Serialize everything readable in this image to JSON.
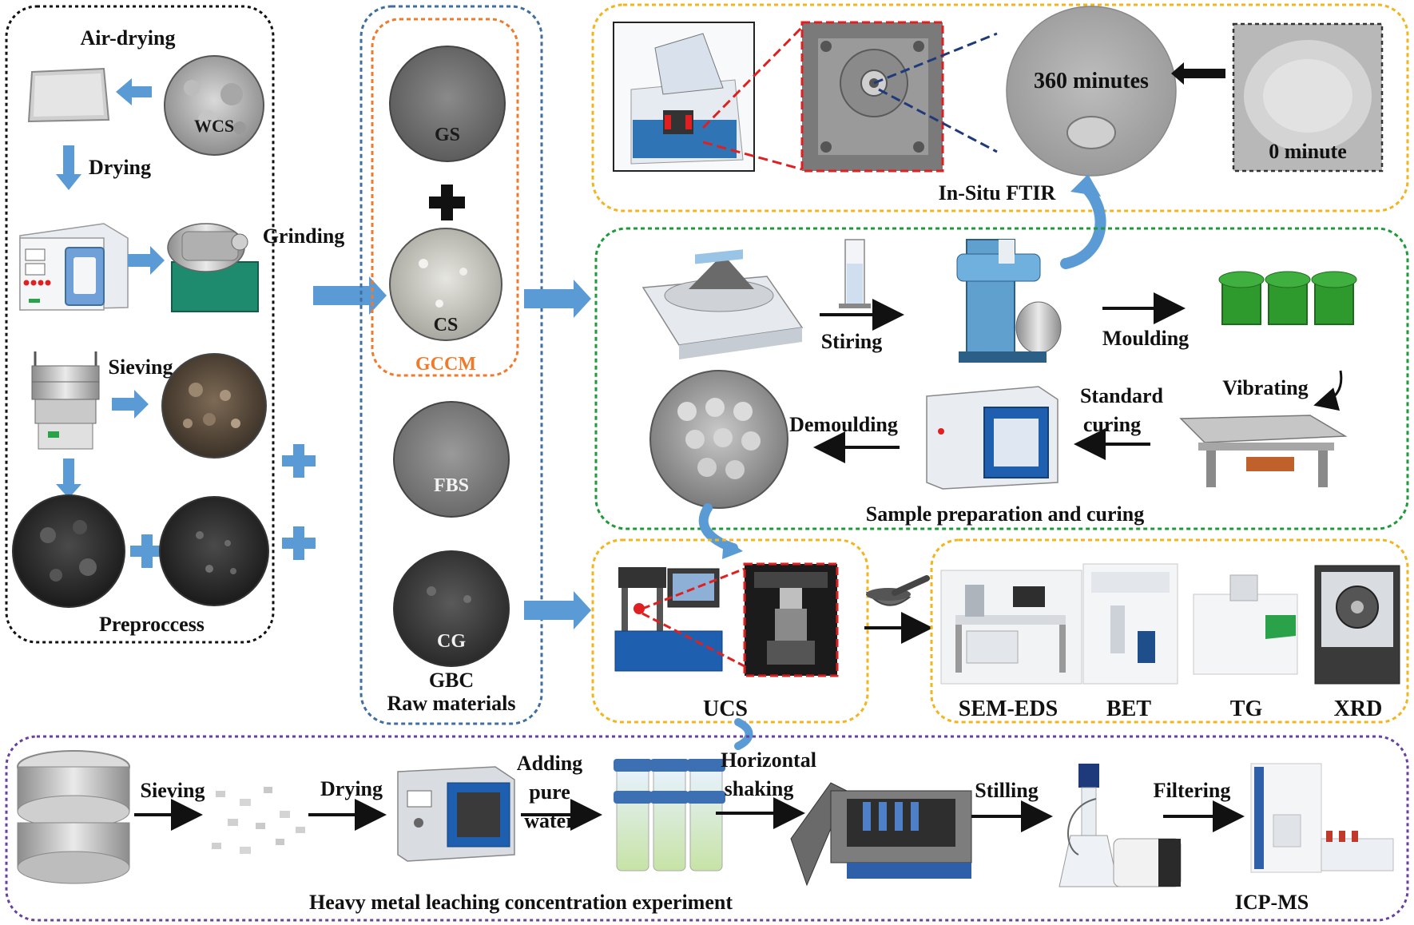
{
  "preprocess": {
    "title": "Preproccess",
    "air_drying": "Air-drying",
    "drying": "Drying",
    "sieving": "Sieving",
    "wcs": "WCS"
  },
  "raw": {
    "grinding": "Grinding",
    "gs": "GS",
    "cs": "CS",
    "gccm": "GCCM",
    "fbs": "FBS",
    "cg": "CG",
    "gbc": "GBC",
    "title": "Raw materials"
  },
  "ftir": {
    "title": "In-Situ FTIR",
    "t360": "360 minutes",
    "t0": "0 minute"
  },
  "prep": {
    "title": "Sample preparation and curing",
    "stiring": "Stiring",
    "moulding": "Moulding",
    "vibrating": "Vibrating",
    "standard": "Standard",
    "curing": "curing",
    "demoulding": "Demoulding"
  },
  "tests": {
    "ucs": "UCS",
    "sem": "SEM-EDS",
    "bet": "BET",
    "tg": "TG",
    "xrd": "XRD"
  },
  "leach": {
    "title": "Heavy metal leaching concentration experiment",
    "sieving": "Sieving",
    "drying": "Drying",
    "adding": "Adding",
    "pure": "pure",
    "water": "water",
    "horizontal": "Horizontal",
    "shaking": "shaking",
    "stilling": "Stilling",
    "filtering": "Filtering",
    "icpms": "ICP-MS"
  },
  "colors": {
    "preprocess_border": "#111111",
    "raw_border": "#3f6f9e",
    "gccm_border": "#f07a2a",
    "ftir_border": "#f2b51c",
    "prep_border": "#1f9a3a",
    "tests_border": "#f2b51c",
    "leach_border": "#6a3fa0",
    "arrow_blue": "#5b9bd5",
    "red_dash": "#e02020"
  }
}
